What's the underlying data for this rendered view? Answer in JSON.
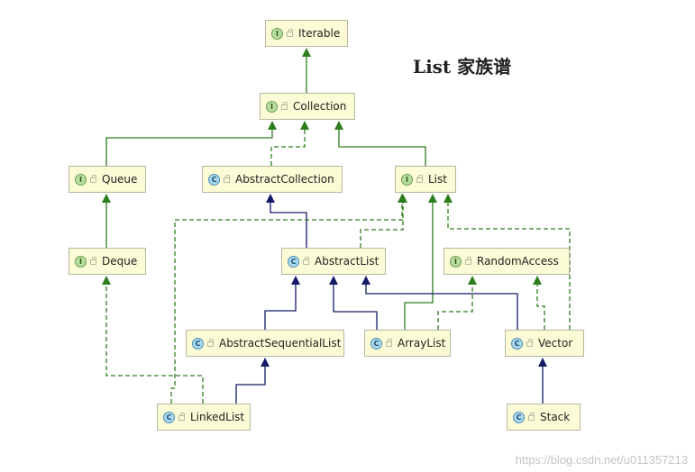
{
  "title": "List 家族谱",
  "watermark": "https://blog.csdn.net/u011357213",
  "colors": {
    "implements": "#2e7d1f",
    "extends": "#141a66",
    "interface_badge": "#b8dca0",
    "class_badge": "#a9d7ee",
    "node_fill": "#fbfbd6"
  },
  "nodes": {
    "iterable": {
      "label": "Iterable",
      "kind": "interface",
      "badge": "I"
    },
    "collection": {
      "label": "Collection",
      "kind": "interface",
      "badge": "I"
    },
    "queue": {
      "label": "Queue",
      "kind": "interface",
      "badge": "I"
    },
    "abstract_collection": {
      "label": "AbstractCollection",
      "kind": "class",
      "badge": "C"
    },
    "list": {
      "label": "List",
      "kind": "interface",
      "badge": "I"
    },
    "deque": {
      "label": "Deque",
      "kind": "interface",
      "badge": "I"
    },
    "abstract_list": {
      "label": "AbstractList",
      "kind": "class",
      "badge": "C"
    },
    "random_access": {
      "label": "RandomAccess",
      "kind": "interface",
      "badge": "I"
    },
    "abstract_sequential_list": {
      "label": "AbstractSequentialList",
      "kind": "class",
      "badge": "C"
    },
    "array_list": {
      "label": "ArrayList",
      "kind": "class",
      "badge": "C"
    },
    "vector": {
      "label": "Vector",
      "kind": "class",
      "badge": "C"
    },
    "linked_list": {
      "label": "LinkedList",
      "kind": "class",
      "badge": "C"
    },
    "stack": {
      "label": "Stack",
      "kind": "class",
      "badge": "C"
    }
  },
  "edges": [
    {
      "from": "collection",
      "to": "iterable",
      "type": "extends-interface"
    },
    {
      "from": "queue",
      "to": "collection",
      "type": "extends-interface"
    },
    {
      "from": "abstract_collection",
      "to": "collection",
      "type": "implements"
    },
    {
      "from": "list",
      "to": "collection",
      "type": "extends-interface"
    },
    {
      "from": "deque",
      "to": "queue",
      "type": "extends-interface"
    },
    {
      "from": "abstract_list",
      "to": "abstract_collection",
      "type": "extends"
    },
    {
      "from": "abstract_list",
      "to": "list",
      "type": "implements"
    },
    {
      "from": "abstract_sequential_list",
      "to": "abstract_list",
      "type": "extends"
    },
    {
      "from": "array_list",
      "to": "abstract_list",
      "type": "extends"
    },
    {
      "from": "vector",
      "to": "abstract_list",
      "type": "extends"
    },
    {
      "from": "array_list",
      "to": "list",
      "type": "implements"
    },
    {
      "from": "vector",
      "to": "list",
      "type": "implements"
    },
    {
      "from": "linked_list",
      "to": "list",
      "type": "implements"
    },
    {
      "from": "array_list",
      "to": "random_access",
      "type": "implements"
    },
    {
      "from": "vector",
      "to": "random_access",
      "type": "implements"
    },
    {
      "from": "linked_list",
      "to": "abstract_sequential_list",
      "type": "extends"
    },
    {
      "from": "linked_list",
      "to": "deque",
      "type": "implements"
    },
    {
      "from": "stack",
      "to": "vector",
      "type": "extends"
    }
  ]
}
